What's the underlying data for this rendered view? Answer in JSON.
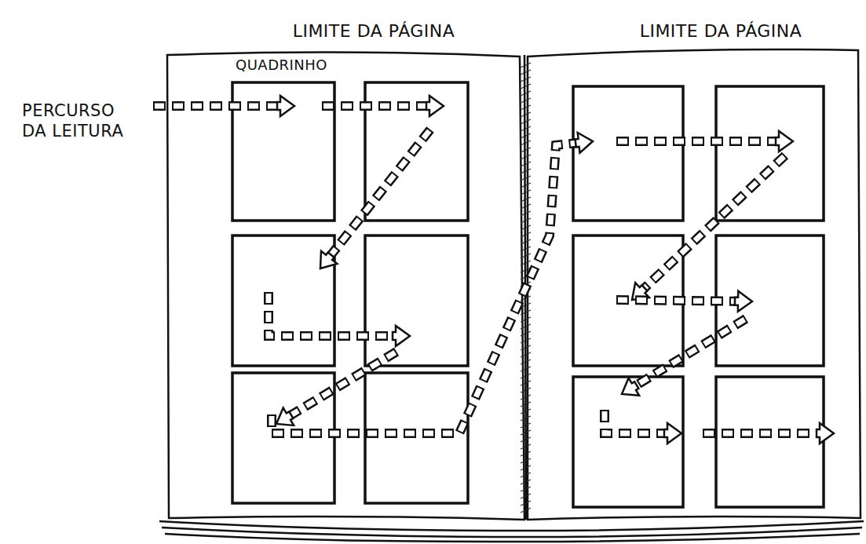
{
  "diagram": {
    "labels": [
      "LIMITE DA PÁGINA",
      "LIMITE DA PÁGINA",
      "QUADRINHO",
      "PERCURSO DA LEITURA"
    ]
  }
}
